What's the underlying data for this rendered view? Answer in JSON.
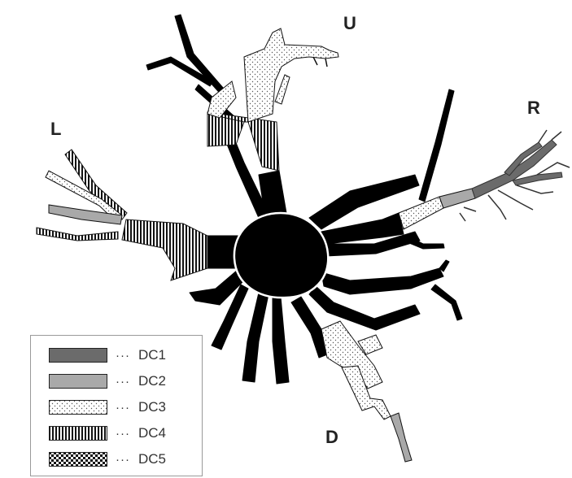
{
  "figure": {
    "direction_labels": {
      "up": "U",
      "left": "L",
      "right": "R",
      "down": "D"
    }
  },
  "legend": {
    "separator": "···",
    "items": [
      {
        "label": "DC1",
        "pattern": "dark-gray-solid",
        "color": "#6b6b6b"
      },
      {
        "label": "DC2",
        "pattern": "light-gray-solid",
        "color": "#a9a9a9"
      },
      {
        "label": "DC3",
        "pattern": "dotted",
        "color": "#ffffff"
      },
      {
        "label": "DC4",
        "pattern": "vertical-stripes",
        "color": "#000000"
      },
      {
        "label": "DC5",
        "pattern": "checkerboard",
        "color": "#000000"
      }
    ]
  }
}
